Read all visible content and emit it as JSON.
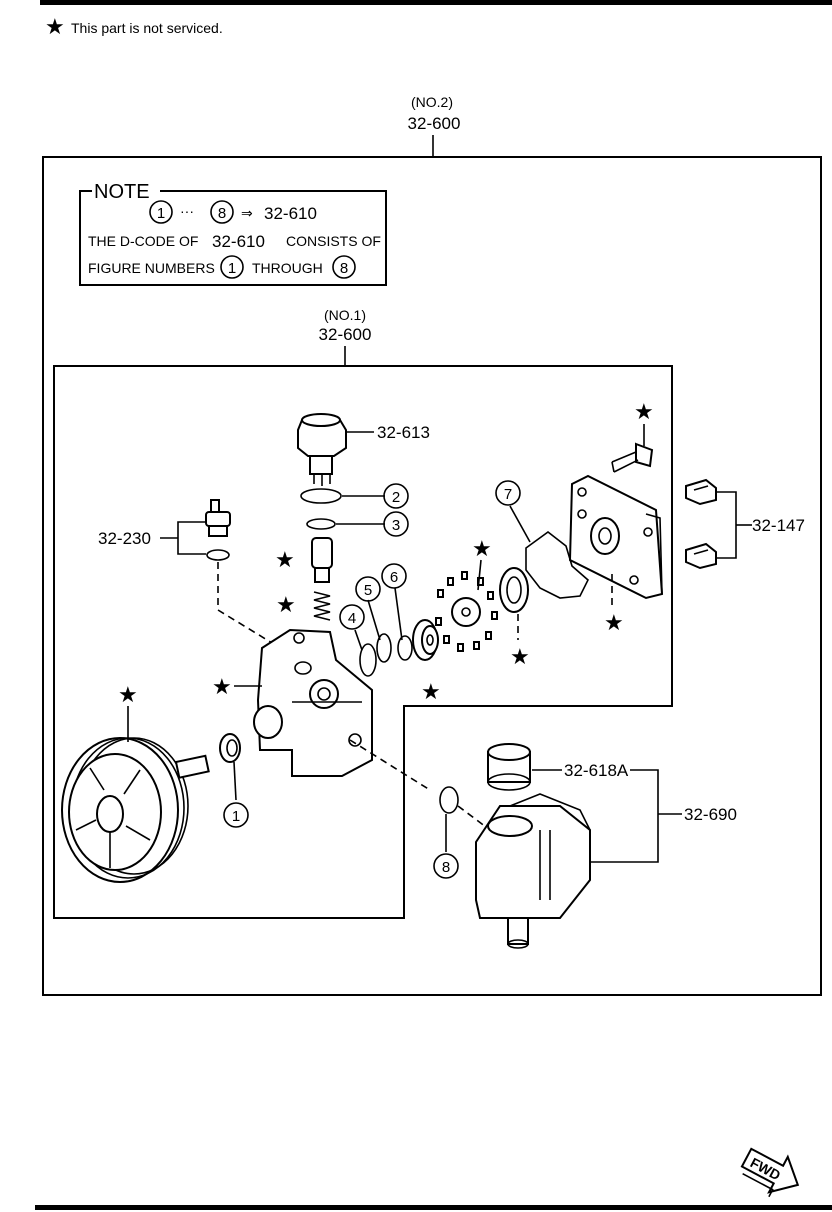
{
  "header": {
    "legend_text": "This part is not serviced."
  },
  "assemblies": {
    "outer": {
      "qualifier": "(NO.2)",
      "code": "32-600"
    },
    "inner": {
      "qualifier": "(NO.1)",
      "code": "32-600"
    }
  },
  "note": {
    "title": "NOTE",
    "range_start": "1",
    "ellipsis": "···",
    "range_end": "8",
    "arrow": "⇒",
    "target_code": "32-610",
    "line2_prefix": "THE D-CODE OF",
    "line2_code": "32-610",
    "line2_suffix": "CONSISTS OF",
    "line3_prefix": "FIGURE NUMBERS",
    "line3_start": "1",
    "line3_mid": "THROUGH",
    "line3_end": "8"
  },
  "part_labels": {
    "p32_613": "32-613",
    "p32_230": "32-230",
    "p32_147": "32-147",
    "p32_618A": "32-618A",
    "p32_690": "32-690"
  },
  "callouts": [
    "1",
    "2",
    "3",
    "4",
    "5",
    "6",
    "7",
    "8"
  ],
  "star_symbol": "★",
  "fwd_label": "FWD"
}
